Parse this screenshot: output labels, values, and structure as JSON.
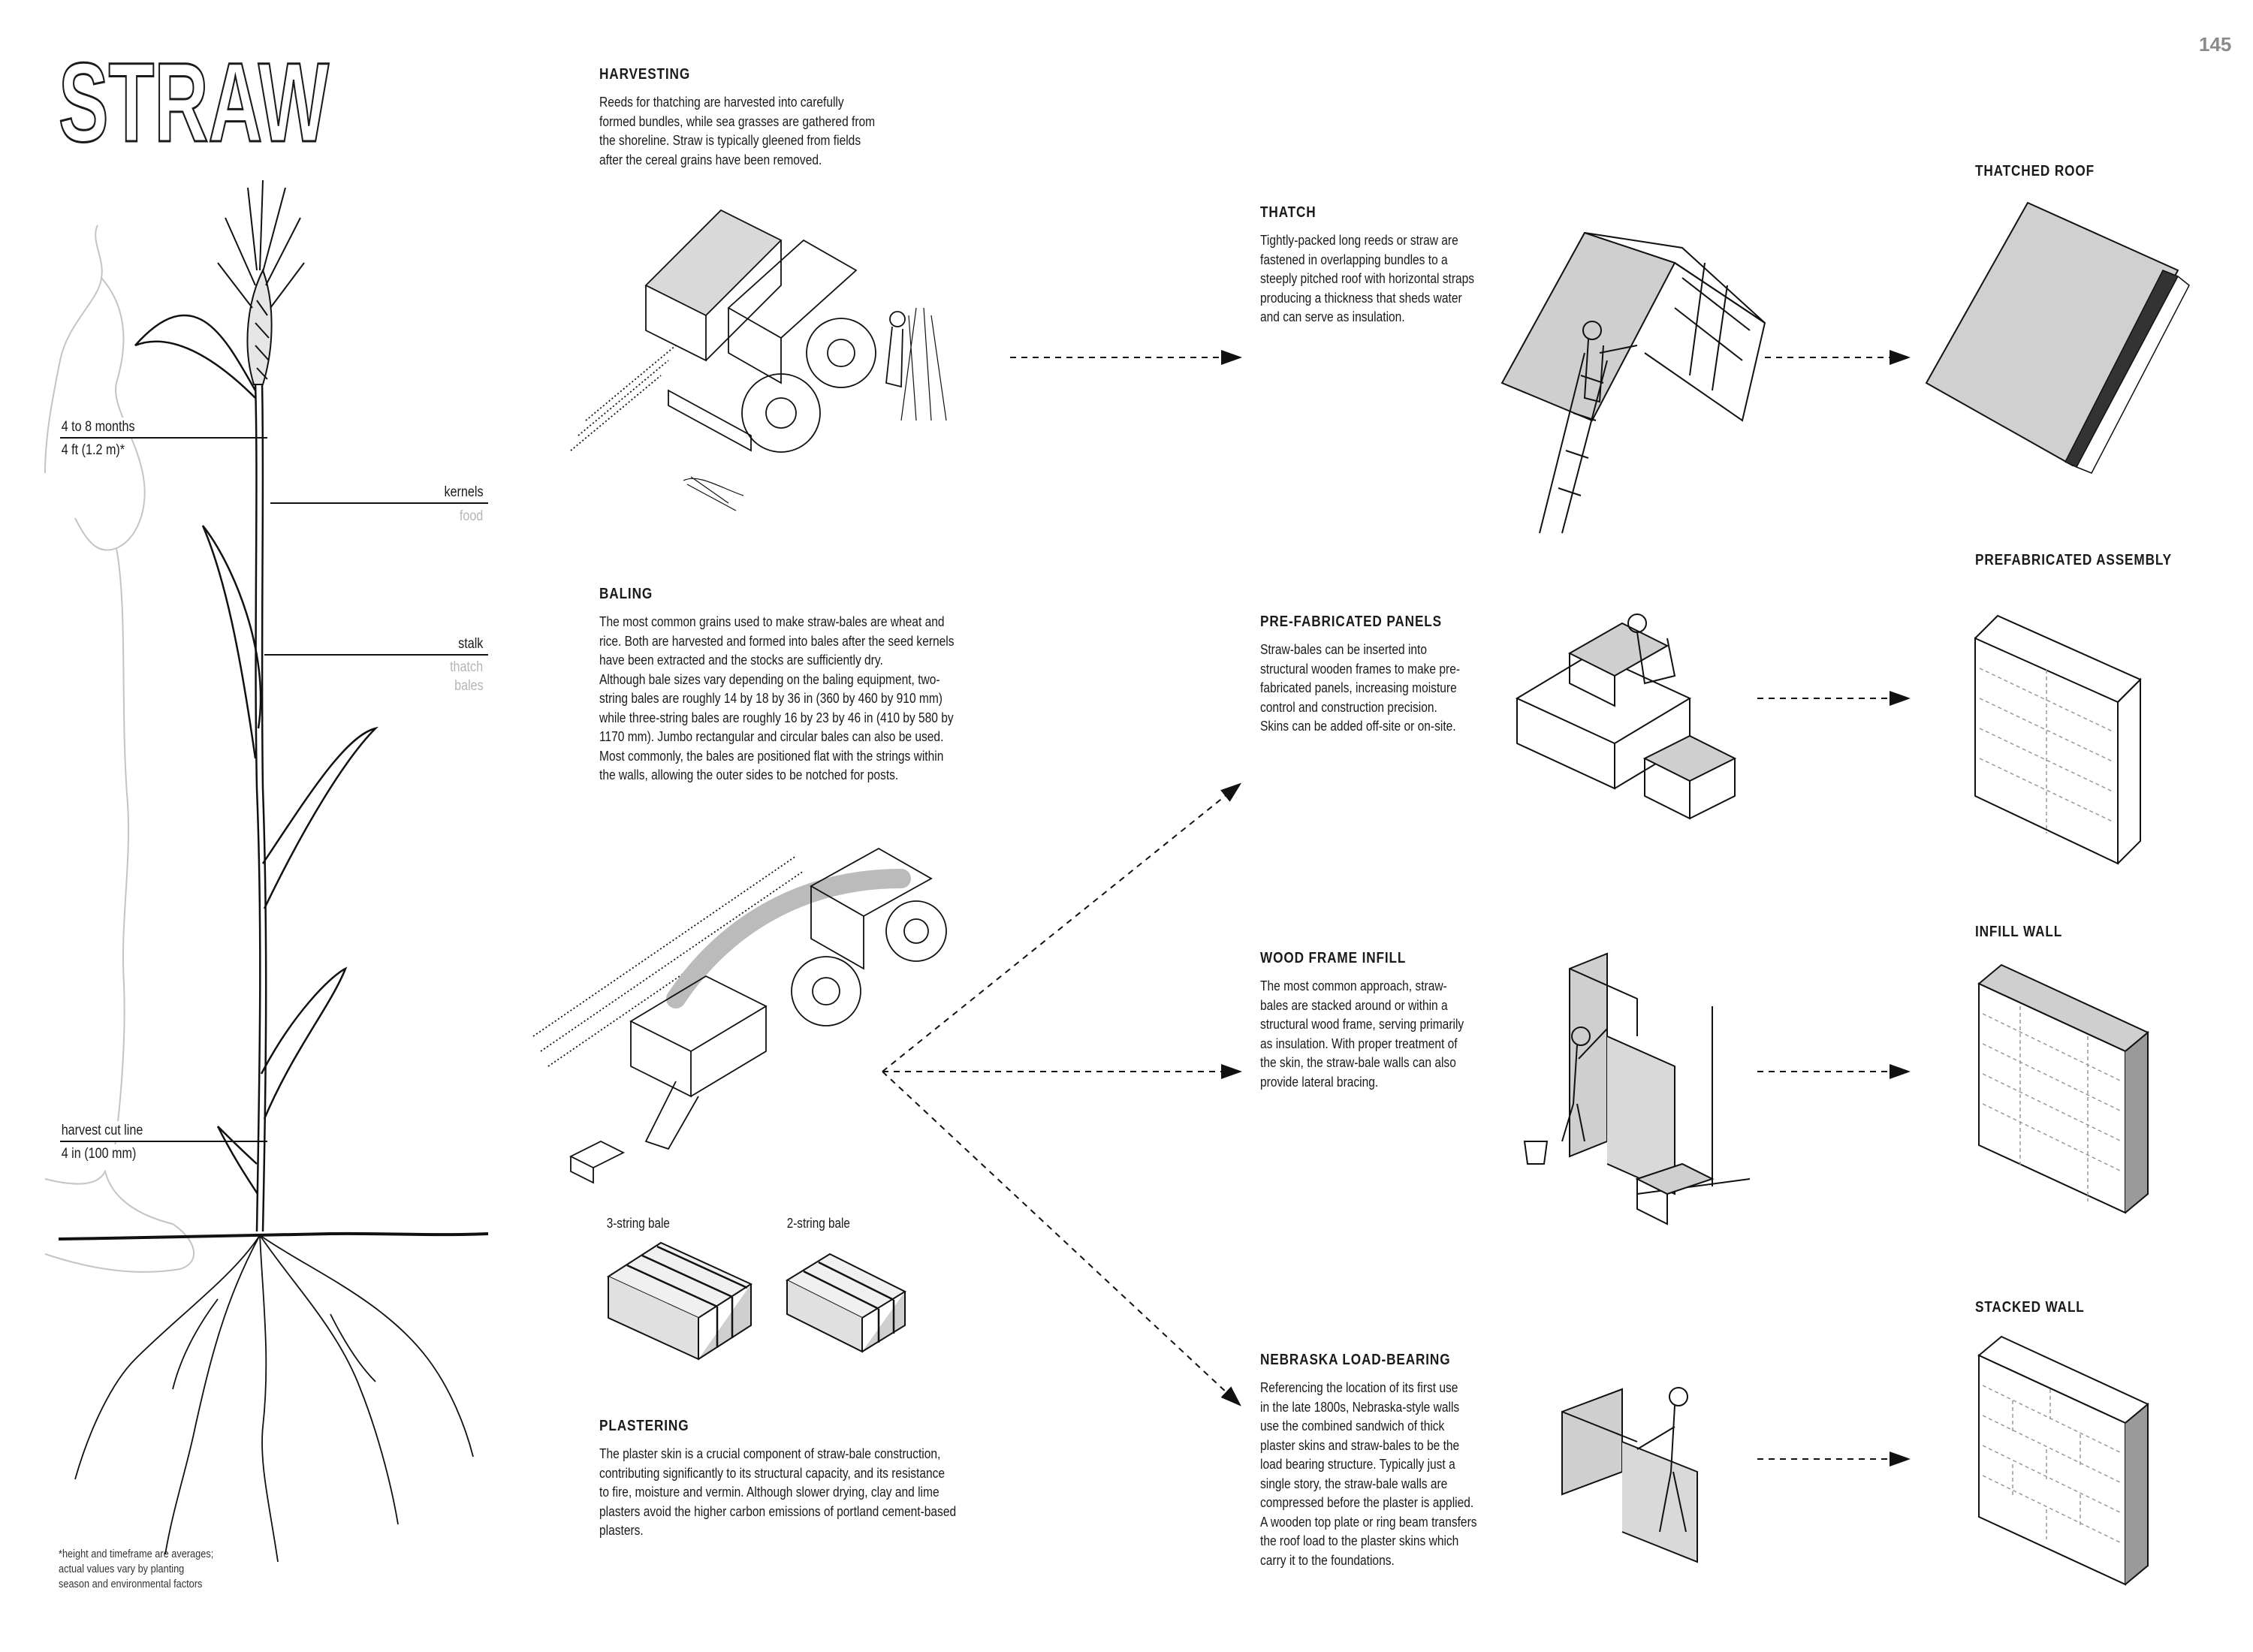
{
  "page": {
    "title": "STRAW",
    "page_number": "145"
  },
  "plant_diagram": {
    "height_label": {
      "primary": "4 to 8 months",
      "secondary": "4 ft (1.2 m)*"
    },
    "kernels": {
      "label": "kernels",
      "use": "food"
    },
    "stalk": {
      "label": "stalk",
      "uses": [
        "thatch",
        "bales"
      ]
    },
    "harvest_cut": {
      "primary": "harvest cut line",
      "secondary": "4 in (100 mm)"
    },
    "footnote": [
      "*height and timeframe are averages;",
      "actual values vary by planting",
      "season and environmental factors"
    ]
  },
  "processes": {
    "harvesting": {
      "heading": "HARVESTING",
      "lines": [
        "Reeds for thatching are harvested into carefully",
        "formed bundles, while sea grasses are gathered from",
        "the shoreline. Straw is typically gleened from fields",
        "after the cereal grains have been removed."
      ]
    },
    "baling": {
      "heading": "BALING",
      "lines": [
        "The most common grains used to make straw-bales are wheat and",
        "rice. Both are harvested and formed into bales after the seed kernels",
        "have been extracted and the stocks are sufficiently dry.",
        "Although bale sizes vary depending on the baling equipment, two-",
        "string bales are roughly 14 by 18 by 36 in (360 by 460 by 910 mm)",
        "while three-string bales are roughly 16 by 23 by 46 in (410 by 580 by",
        "1170 mm). Jumbo rectangular and circular bales can also be used.",
        "Most commonly, the bales are positioned flat with the strings within",
        "the walls, allowing the outer sides to be notched for posts."
      ],
      "bale_labels": [
        "3-string bale",
        "2-string bale"
      ]
    },
    "plastering": {
      "heading": "PLASTERING",
      "lines": [
        "The plaster skin is a crucial component of straw-bale construction,",
        "contributing significantly to its structural capacity, and its resistance",
        "to fire, moisture and vermin. Although slower drying, clay and lime",
        "plasters avoid the higher carbon emissions of portland cement-based",
        "plasters."
      ]
    }
  },
  "methods": [
    {
      "heading": "THATCH",
      "lines": [
        "Tightly-packed long reeds or straw are",
        "fastened in overlapping bundles to a",
        "steeply pitched roof with horizontal straps",
        "producing a thickness that sheds water",
        "and can serve as insulation."
      ],
      "result": "THATCHED ROOF"
    },
    {
      "heading": "PRE-FABRICATED PANELS",
      "lines": [
        "Straw-bales can be inserted into",
        "structural wooden frames to make pre-",
        "fabricated panels, increasing moisture",
        "control and construction precision.",
        "Skins can be added off-site or on-site."
      ],
      "result": "PREFABRICATED ASSEMBLY"
    },
    {
      "heading": "WOOD FRAME INFILL",
      "lines": [
        "The most common approach, straw-",
        "bales are stacked around or within a",
        "structural wood frame, serving primarily",
        "as insulation. With proper treatment of",
        "the skin, the straw-bale walls can also",
        "provide lateral bracing."
      ],
      "result": "INFILL WALL"
    },
    {
      "heading": "NEBRASKA LOAD-BEARING",
      "lines": [
        "Referencing the location of its first use",
        "in the late 1800s, Nebraska-style walls",
        "use the combined sandwich of thick",
        "plaster skins and straw-bales to be the",
        "load bearing structure. Typically just a",
        "single story, the straw-bale walls are",
        "compressed before the plaster is applied.",
        "A wooden top plate or ring beam transfers",
        "the roof load to the plaster skins which",
        "carry it to the foundations."
      ],
      "result": "STACKED WALL"
    }
  ],
  "colors": {
    "ink": "#1a1a1a",
    "muted_label": "#b5b5b5",
    "page_number": "#8a8a8a",
    "figure_outline": "#c4c4c4"
  }
}
